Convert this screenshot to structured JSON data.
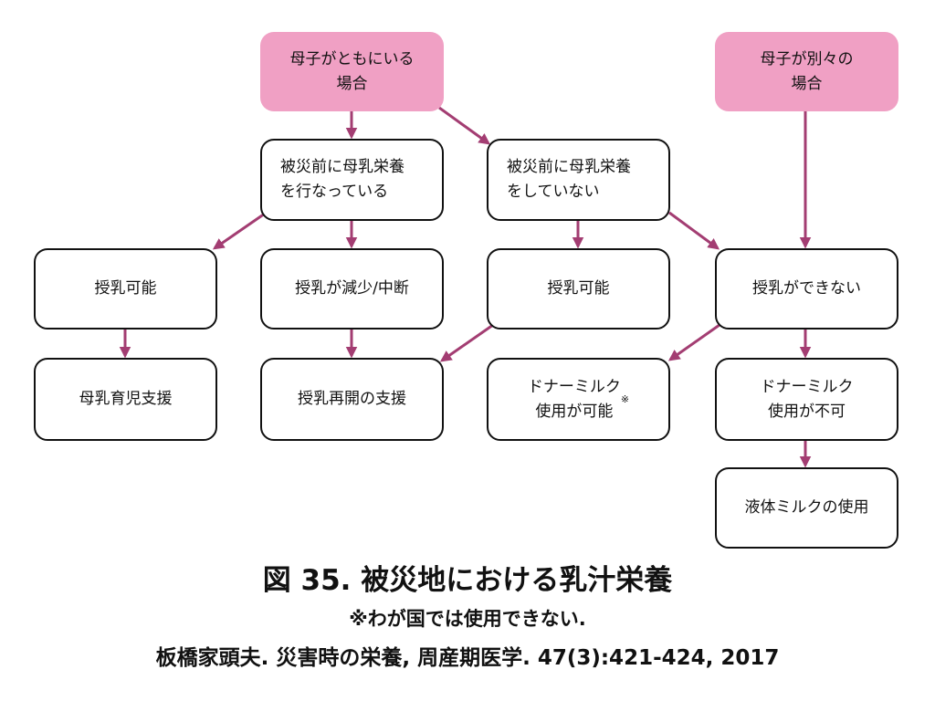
{
  "colors": {
    "pink_box": "#f0a0c4",
    "arrow": "#a33d72",
    "border": "#111111"
  },
  "nodes": {
    "together": "母子がともにいる\n場合",
    "separated": "母子が別々の\n場合",
    "bf_before": "被災前に母乳栄養\nを行なっている",
    "no_bf_before": "被災前に母乳栄養\nをしていない",
    "bf_possible_1": "授乳可能",
    "bf_reduced": "授乳が減少/中断",
    "bf_possible_2": "授乳可能",
    "bf_impossible": "授乳ができない",
    "bf_support": "母乳育児支援",
    "resume_support": "授乳再開の支援",
    "donor_possible": "ドナーミルク\n使用が可能",
    "donor_possible_mark": "※",
    "donor_impossible": "ドナーミルク\n使用が不可",
    "liquid_milk": "液体ミルクの使用"
  },
  "caption": {
    "title": "図 35.  被災地における乳汁栄養",
    "note": "※わが国では使用できない.",
    "reference": "板橋家頭夫. 災害時の栄養, 周産期医学. 47(3):421-424, 2017"
  }
}
